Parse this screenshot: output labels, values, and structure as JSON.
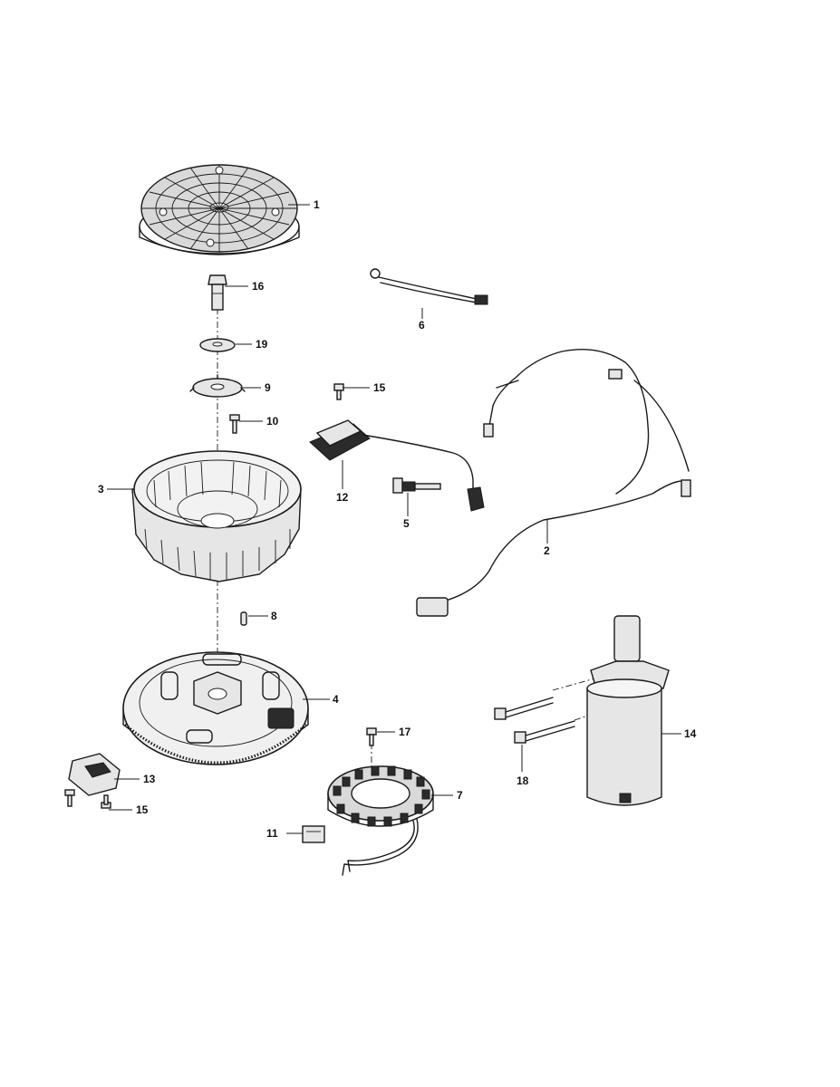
{
  "callouts": [
    {
      "id": "c1",
      "label": "1"
    },
    {
      "id": "c2",
      "label": "2"
    },
    {
      "id": "c3",
      "label": "3"
    },
    {
      "id": "c4",
      "label": "4"
    },
    {
      "id": "c5",
      "label": "5"
    },
    {
      "id": "c6",
      "label": "6"
    },
    {
      "id": "c7",
      "label": "7"
    },
    {
      "id": "c8",
      "label": "8"
    },
    {
      "id": "c9",
      "label": "9"
    },
    {
      "id": "c10",
      "label": "10"
    },
    {
      "id": "c11",
      "label": "11"
    },
    {
      "id": "c12",
      "label": "12"
    },
    {
      "id": "c13",
      "label": "13"
    },
    {
      "id": "c14",
      "label": "14"
    },
    {
      "id": "c15a",
      "label": "15"
    },
    {
      "id": "c15b",
      "label": "15"
    },
    {
      "id": "c16",
      "label": "16"
    },
    {
      "id": "c17",
      "label": "17"
    },
    {
      "id": "c18",
      "label": "18"
    },
    {
      "id": "c19",
      "label": "19"
    }
  ]
}
